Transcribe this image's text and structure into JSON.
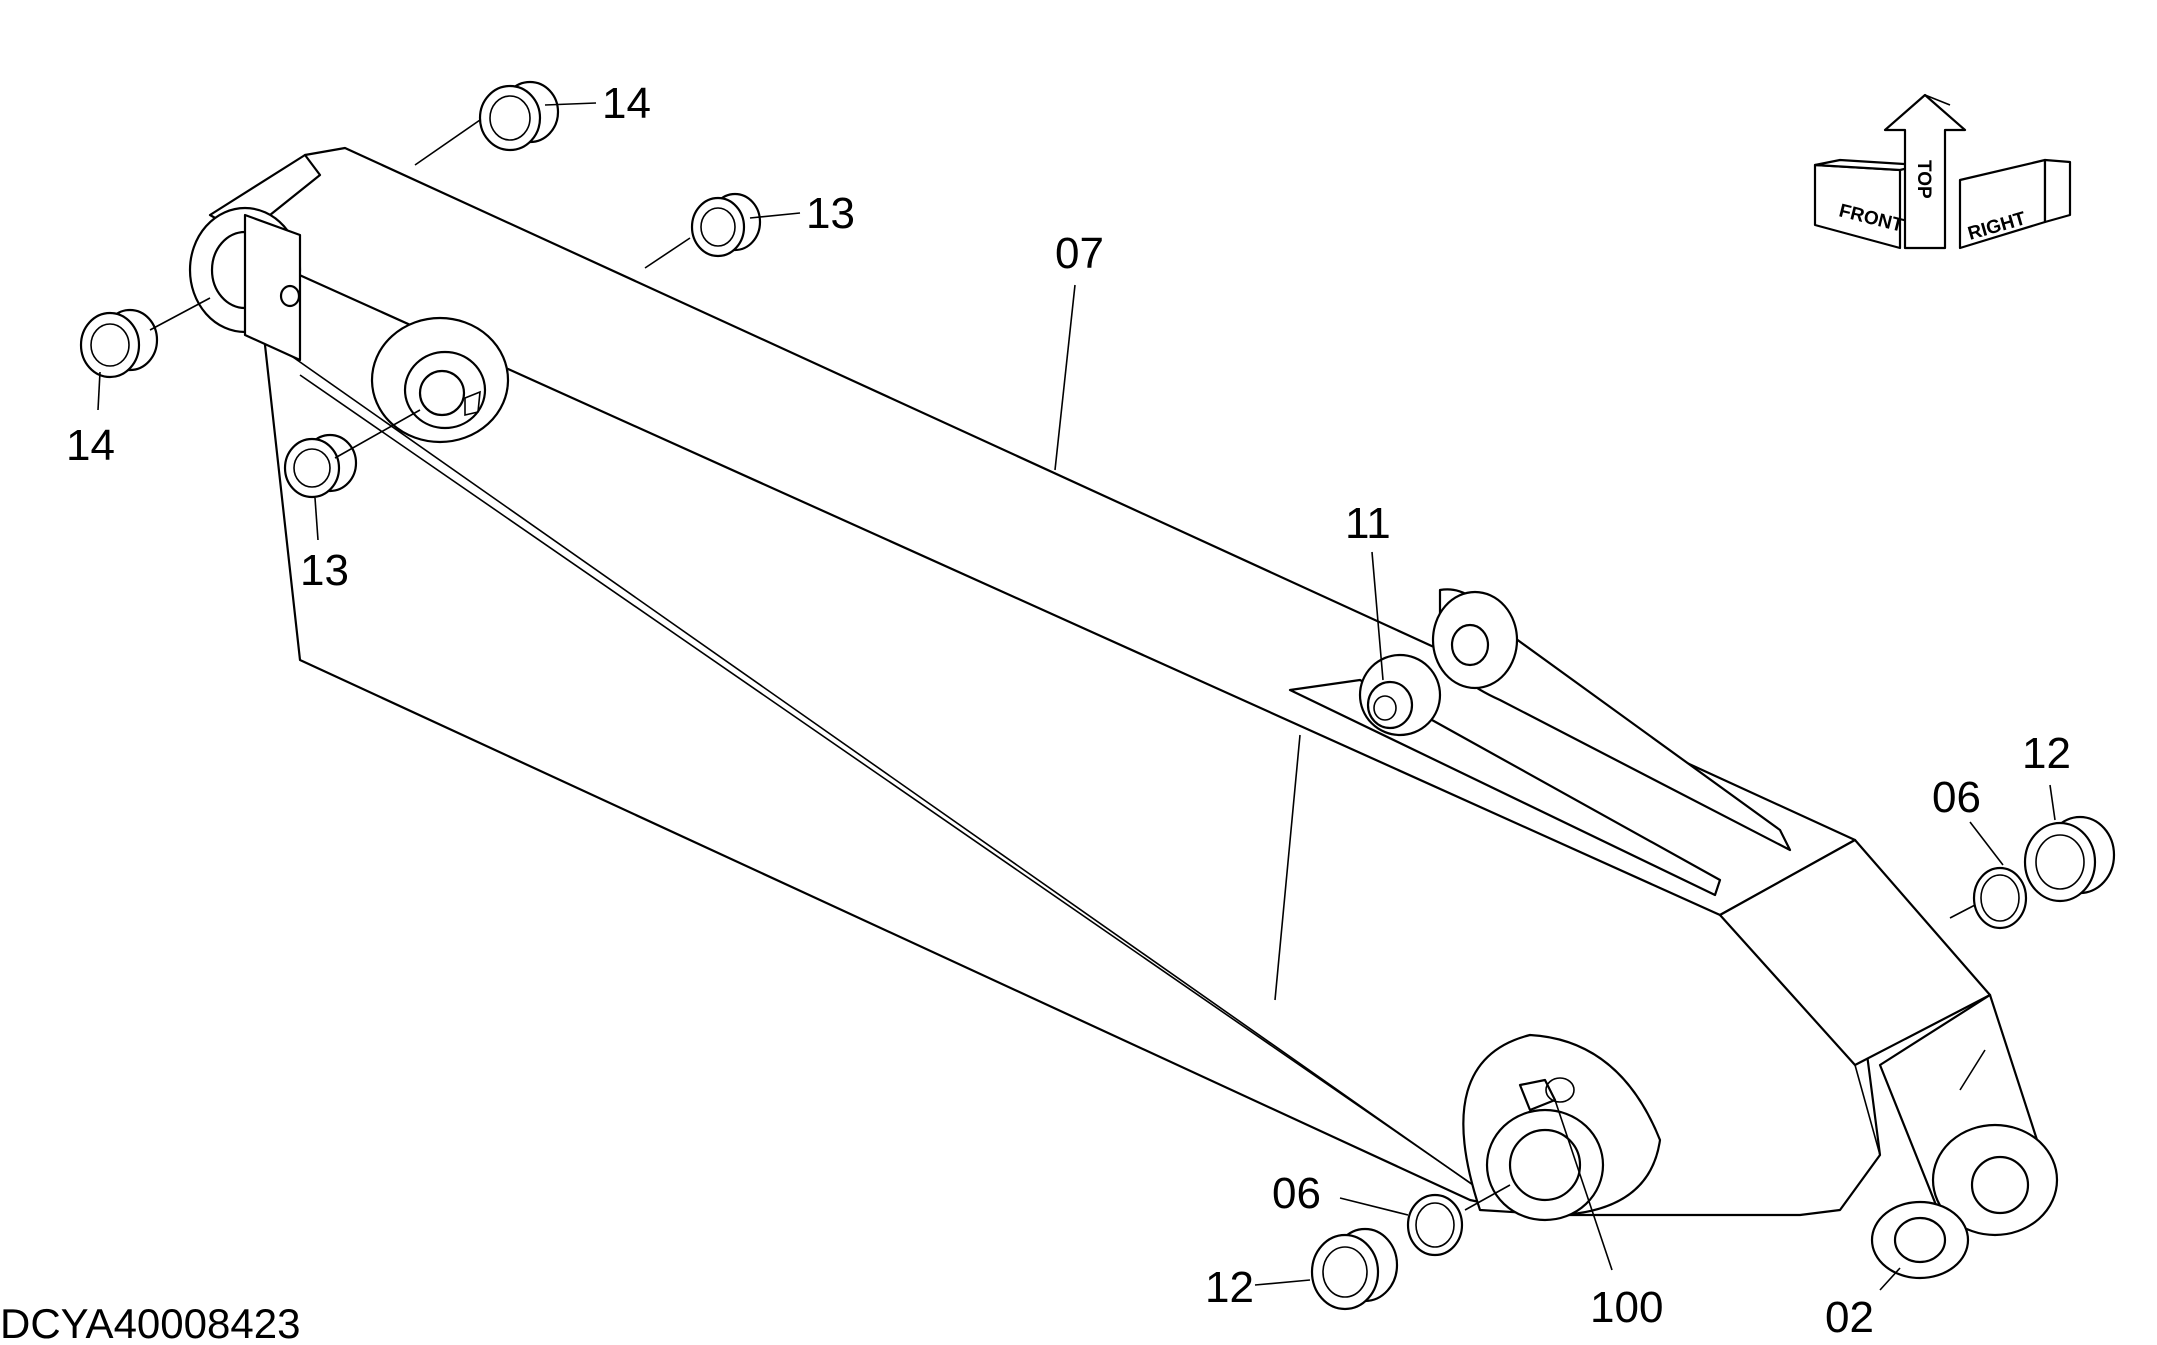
{
  "drawing_code": "DCYA40008423",
  "callouts": {
    "c02": "02",
    "c06_left": "06",
    "c06_right": "06",
    "c07": "07",
    "c11": "11",
    "c12_left": "12",
    "c12_right": "12",
    "c13_top": "13",
    "c13_left": "13",
    "c14_top": "14",
    "c14_left": "14",
    "c100": "100"
  },
  "orientation": {
    "front": "FRONT",
    "top": "TOP",
    "right": "RIGHT"
  }
}
